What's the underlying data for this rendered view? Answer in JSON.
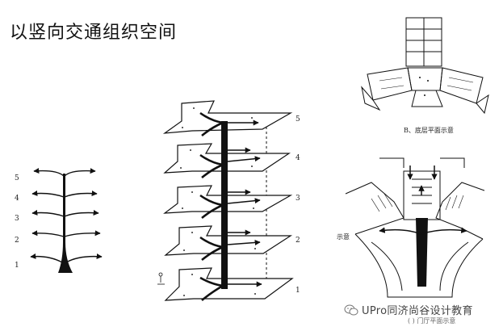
{
  "title": "以竖向交通组织空间",
  "left_diagram": {
    "floor_labels": [
      "5",
      "4",
      "3",
      "2",
      "1"
    ]
  },
  "middle_diagram": {
    "floor_labels": [
      "5",
      "4",
      "3",
      "2",
      "1"
    ]
  },
  "right_top_diagram": {
    "caption": "B、底层平面示意"
  },
  "right_bottom_diagram": {
    "caption_fragment": "示意",
    "bottom_caption_partial": "( ) 门厅平面示意"
  },
  "watermark": {
    "text": "UPro同济尚谷设计教育",
    "icon": "wechat-icon"
  }
}
